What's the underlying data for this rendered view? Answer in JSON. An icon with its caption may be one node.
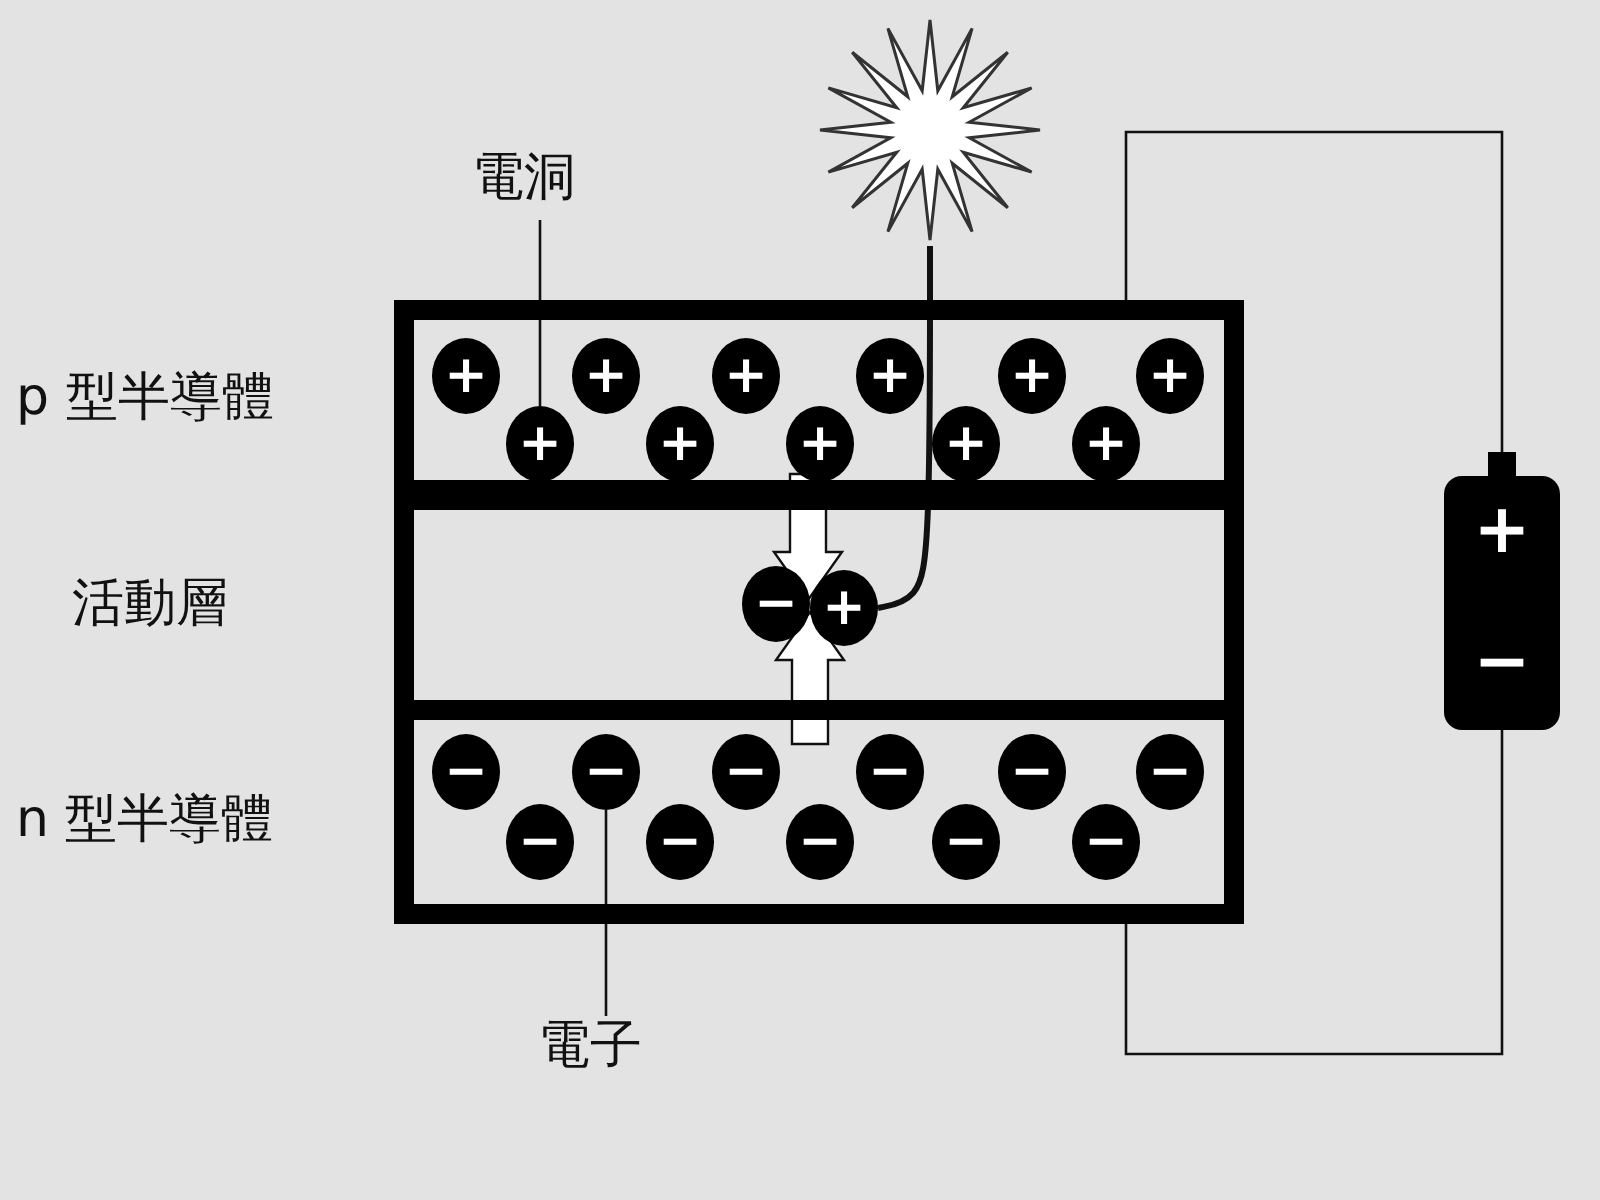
{
  "diagram": {
    "nodes": [
      {
        "text": [
          "電洞"
        ]
      },
      {
        "text": [],
        "shape": "star"
      },
      {
        "text": [
          "p 型半導體"
        ]
      },
      {
        "text": [
          "+"
        ],
        "in": 2
      },
      {
        "text": [
          "+"
        ],
        "in": 2
      },
      {
        "text": [
          "+"
        ],
        "in": 2
      },
      {
        "text": [
          "+"
        ],
        "in": 2
      },
      {
        "text": [
          "+"
        ],
        "in": 2
      },
      {
        "text": [
          "+"
        ],
        "in": 2
      },
      {
        "text": [
          "+"
        ],
        "in": 2
      },
      {
        "text": [
          "+"
        ],
        "in": 2
      },
      {
        "text": [
          "+"
        ],
        "in": 2
      },
      {
        "text": [
          "+"
        ],
        "in": 2
      },
      {
        "text": [
          "+"
        ],
        "in": 2
      },
      {
        "text": [
          "活動層"
        ]
      },
      {
        "text": [
          "−"
        ],
        "in": 14
      },
      {
        "text": [
          "+"
        ],
        "in": 14
      },
      {
        "text": [
          "n 型半導體"
        ]
      },
      {
        "text": [
          "−"
        ],
        "in": 17
      },
      {
        "text": [
          "−"
        ],
        "in": 17
      },
      {
        "text": [
          "−"
        ],
        "in": 17
      },
      {
        "text": [
          "−"
        ],
        "in": 17
      },
      {
        "text": [
          "−"
        ],
        "in": 17
      },
      {
        "text": [
          "−"
        ],
        "in": 17
      },
      {
        "text": [
          "−"
        ],
        "in": 17
      },
      {
        "text": [
          "−"
        ],
        "in": 17
      },
      {
        "text": [
          "−"
        ],
        "in": 17
      },
      {
        "text": [
          "−"
        ],
        "in": 17
      },
      {
        "text": [
          "−"
        ],
        "in": 17
      },
      {
        "text": [
          "+",
          "−"
        ]
      },
      {
        "text": [
          "電子"
        ]
      }
    ],
    "edges": [
      {
        "from": 0,
        "to": 9,
        "arrow": "none"
      },
      {
        "from": 30,
        "to": 19,
        "arrow": "none"
      },
      {
        "from": 16,
        "to": 1,
        "arrow": "none",
        "style": "thick"
      },
      {
        "from": 2,
        "to": 16,
        "arrow": "to",
        "style": "thick",
        "color": "#ffffff"
      },
      {
        "from": 17,
        "to": 15,
        "arrow": "to",
        "style": "thick",
        "color": "#ffffff"
      },
      {
        "from": 2,
        "to": 29,
        "arrow": "none"
      },
      {
        "from": 17,
        "to": 29,
        "arrow": "none"
      }
    ]
  }
}
